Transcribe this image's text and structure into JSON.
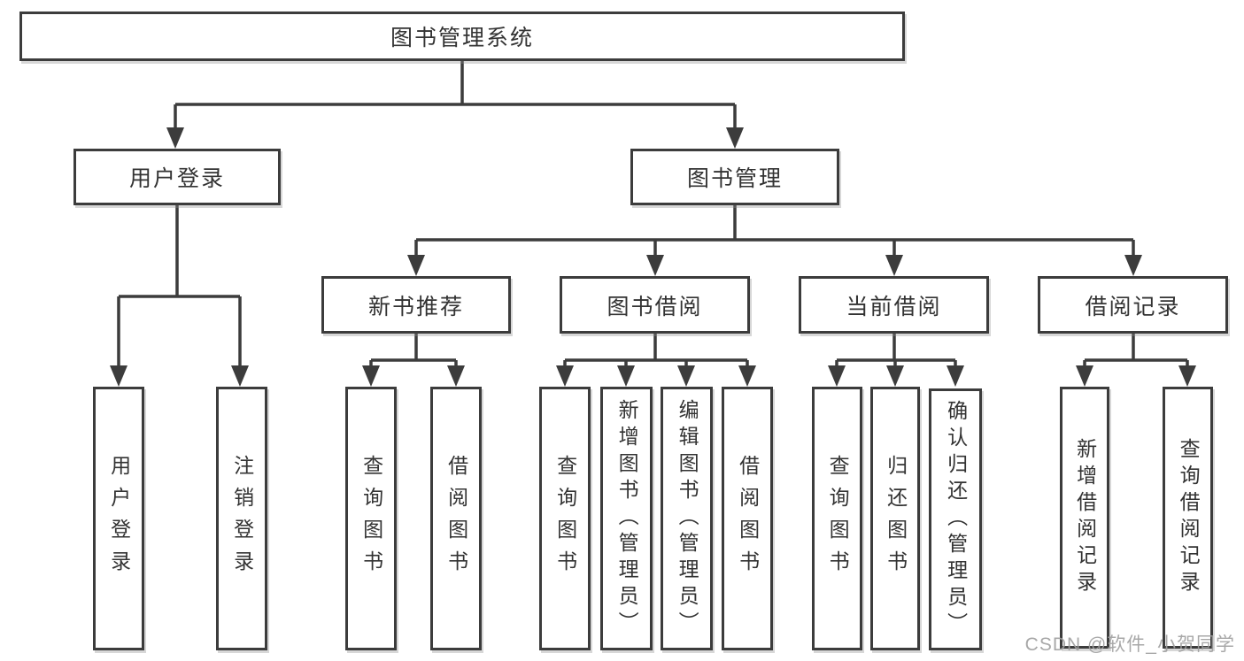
{
  "diagram": {
    "root": {
      "label": "图书管理系统"
    },
    "level2": [
      {
        "label": "用户登录"
      },
      {
        "label": "图书管理"
      }
    ],
    "level3": [
      {
        "label": "新书推荐"
      },
      {
        "label": "图书借阅"
      },
      {
        "label": "当前借阅"
      },
      {
        "label": "借阅记录"
      }
    ],
    "level4": [
      {
        "label": "用户登录"
      },
      {
        "label": "注销登录"
      },
      {
        "label": "查询图书"
      },
      {
        "label": "借阅图书"
      },
      {
        "label": "查询图书"
      },
      {
        "label": "新增图书（管理员）"
      },
      {
        "label": "编辑图书（管理员）"
      },
      {
        "label": "借阅图书"
      },
      {
        "label": "查询图书"
      },
      {
        "label": "归还图书"
      },
      {
        "label": "确认归还（管理员）"
      },
      {
        "label": "新增借阅记录"
      },
      {
        "label": "查询借阅记录"
      }
    ]
  },
  "watermark": {
    "text": "CSDN @软件_小贺同学"
  },
  "colors": {
    "line": "#3c3c3c",
    "box_border": "#3c3c3c",
    "text": "#333333",
    "watermark": "#9e9e9e",
    "background": "#ffffff"
  }
}
